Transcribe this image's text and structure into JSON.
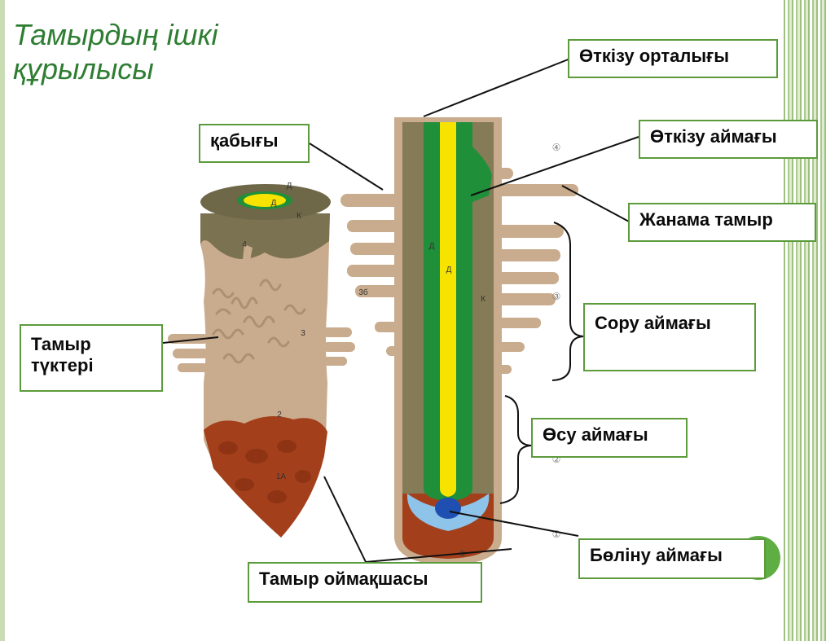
{
  "title": {
    "line1": "Тамырдың ішкі",
    "line2": "құрылысы"
  },
  "labels": {
    "center": "Өткізу орталығы",
    "bark": "қабығы",
    "conduction_zone": "Өткізу аймағы",
    "lateral_root": "Жанама тамыр",
    "root_hairs": "Тамыр түктері",
    "absorption_zone": "Сору аймағы",
    "growth_zone": "Өсу аймағы",
    "division_zone": "Бөліну аймағы",
    "root_cap": "Тамыр оймақшасы"
  },
  "model_marks": {
    "d_top": "Д",
    "d_ring": "Д",
    "k_ring": "К",
    "n4": "4",
    "n3": "3",
    "n2": "2",
    "n1a": "1А",
    "d_long": "Д",
    "d_core": "Д",
    "k_long": "К",
    "n3b": "3б",
    "c4": "④",
    "c3": "③",
    "c2": "②",
    "c1": "①"
  },
  "colors": {
    "title": "#2e7d32",
    "label_border": "#5c9b3c",
    "cortex": "#857b56",
    "epidermis": "#c9ab8d",
    "xylem": "#f6e400",
    "phloem": "#1f8f3a",
    "root_cap": "#a3401b",
    "meristem": "#1f4fb0"
  }
}
